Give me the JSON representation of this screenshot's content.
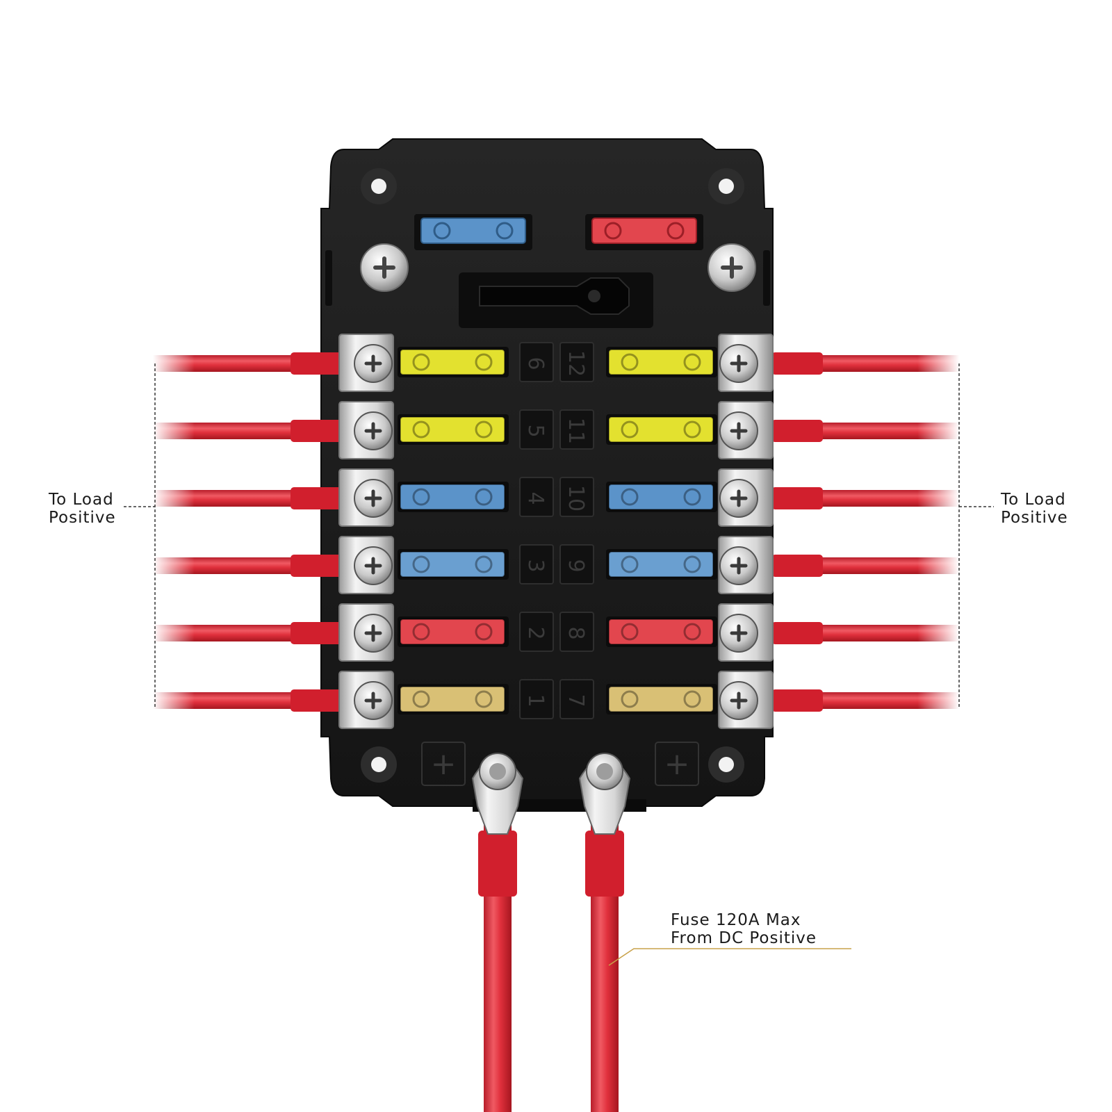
{
  "callouts": {
    "left": {
      "line1": "To Load",
      "line2": "Positive"
    },
    "right": {
      "line1": "To Load",
      "line2": "Positive"
    },
    "bottom": {
      "line1": "Fuse 120A Max",
      "line2": "From DC Positive"
    }
  },
  "fuse_block": {
    "terminal_symbols": [
      "+",
      "+"
    ],
    "spare_fuses": [
      {
        "color": "#5b93c9",
        "icon": "spare-fuse-blue"
      },
      {
        "color": "#e2464e",
        "icon": "spare-fuse-red"
      }
    ],
    "slots_left": [
      {
        "number": "6",
        "fuse_color": "#e3e12f"
      },
      {
        "number": "5",
        "fuse_color": "#e3e12f"
      },
      {
        "number": "4",
        "fuse_color": "#5b93c9"
      },
      {
        "number": "3",
        "fuse_color": "#6a9fd0"
      },
      {
        "number": "2",
        "fuse_color": "#e2464e"
      },
      {
        "number": "1",
        "fuse_color": "#d9c075"
      }
    ],
    "slots_right": [
      {
        "number": "12",
        "fuse_color": "#e3e12f"
      },
      {
        "number": "11",
        "fuse_color": "#e3e12f"
      },
      {
        "number": "10",
        "fuse_color": "#5b93c9"
      },
      {
        "number": "9",
        "fuse_color": "#6a9fd0"
      },
      {
        "number": "8",
        "fuse_color": "#e2464e"
      },
      {
        "number": "7",
        "fuse_color": "#d9c075"
      }
    ]
  },
  "colors": {
    "body": "#1b1b1b",
    "wire": "#e0303c",
    "callout_line": "#c9a24a"
  }
}
